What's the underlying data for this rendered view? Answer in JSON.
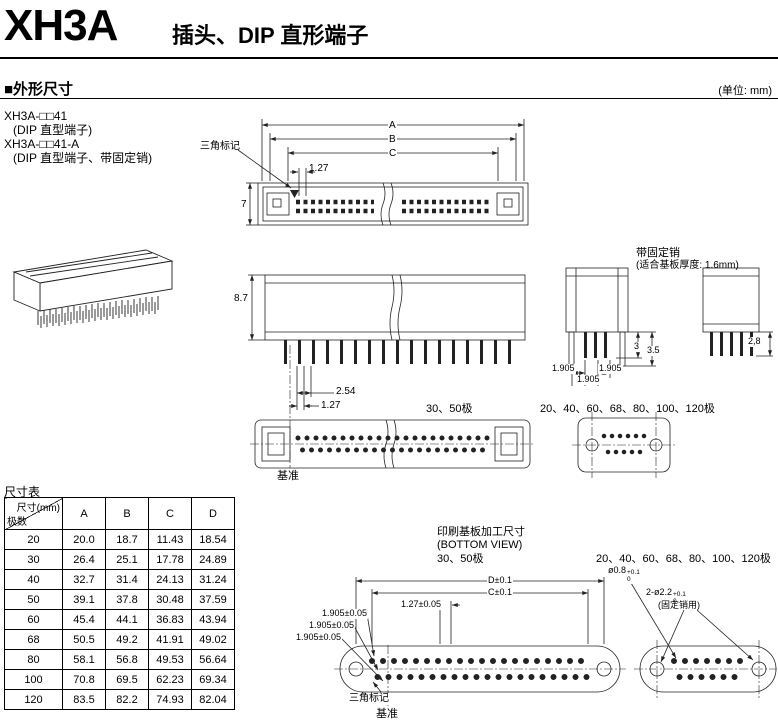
{
  "header": {
    "model": "XH3A",
    "subtitle": "插头、DIP 直形端子",
    "section": "■外形尺寸",
    "unit": "(单位: mm)"
  },
  "part_numbers": [
    "XH3A-□□41",
    "(DIP 直型端子)",
    "XH3A-□□41-A",
    "(DIP 直型端子、带固定销)"
  ],
  "dims": {
    "triangle_top": "三角标记",
    "a": "A",
    "b": "B",
    "c": "C",
    "pitch_127_top": "1.27",
    "height_7": "7",
    "height_87": "8.7",
    "pitch_254": "2.54",
    "pitch_127_bottom": "1.27",
    "datum_top": "基准"
  },
  "bottom_views": {
    "label_3050": "30、50极",
    "label_others": "20、40、60、68、80、100、120极"
  },
  "fixed_pin": {
    "title": "带固定销",
    "subtitle": "(适合基板厚度: 1.6mm)",
    "dim1": "1.905",
    "dim2": "1.905",
    "dim3": "1.905",
    "dim_3": "3",
    "dim_35": "3.5",
    "dim_28": "2,8"
  },
  "table": {
    "title": "尺寸表",
    "corner_top": "尺寸(mm)",
    "corner_bottom": "极数",
    "columns": [
      "A",
      "B",
      "C",
      "D"
    ],
    "rows": [
      {
        "poles": "20",
        "A": "20.0",
        "B": "18.7",
        "C": "11.43",
        "D": "18.54"
      },
      {
        "poles": "30",
        "A": "26.4",
        "B": "25.1",
        "C": "17.78",
        "D": "24.89"
      },
      {
        "poles": "40",
        "A": "32.7",
        "B": "31.4",
        "C": "24.13",
        "D": "31.24"
      },
      {
        "poles": "50",
        "A": "39.1",
        "B": "37.8",
        "C": "30.48",
        "D": "37.59"
      },
      {
        "poles": "60",
        "A": "45.4",
        "B": "44.1",
        "C": "36.83",
        "D": "43.94"
      },
      {
        "poles": "68",
        "A": "50.5",
        "B": "49.2",
        "C": "41.91",
        "D": "49.02"
      },
      {
        "poles": "80",
        "A": "58.1",
        "B": "56.8",
        "C": "49.53",
        "D": "56.64"
      },
      {
        "poles": "100",
        "A": "70.8",
        "B": "69.5",
        "C": "62.23",
        "D": "69.34"
      },
      {
        "poles": "120",
        "A": "83.5",
        "B": "82.2",
        "C": "74.93",
        "D": "82.04"
      }
    ]
  },
  "pcb": {
    "title": "印刷基板加工尺寸",
    "subtitle": "(BOTTOM VIEW)",
    "label_3050": "30、50极",
    "label_others": "20、40、60、68、80、100、120极",
    "dim_d": "D±0.1",
    "dim_c": "C±0.1",
    "hole_dia": "ø0.8",
    "hole_tol_plus": "+0.1",
    "hole_tol_minus": "0",
    "fix_hole": "2-ø2.2",
    "fix_tol_plus": "+0.1",
    "fix_tol_minus": "0",
    "fix_note": "(固定销用)",
    "dim_127": "1.27±0.05",
    "dim_1905_1": "1.905±0.05",
    "dim_1905_2": "1.905±0.05",
    "dim_1905_3": "1.905±0.05",
    "triangle": "三角标记",
    "datum": "基准"
  }
}
